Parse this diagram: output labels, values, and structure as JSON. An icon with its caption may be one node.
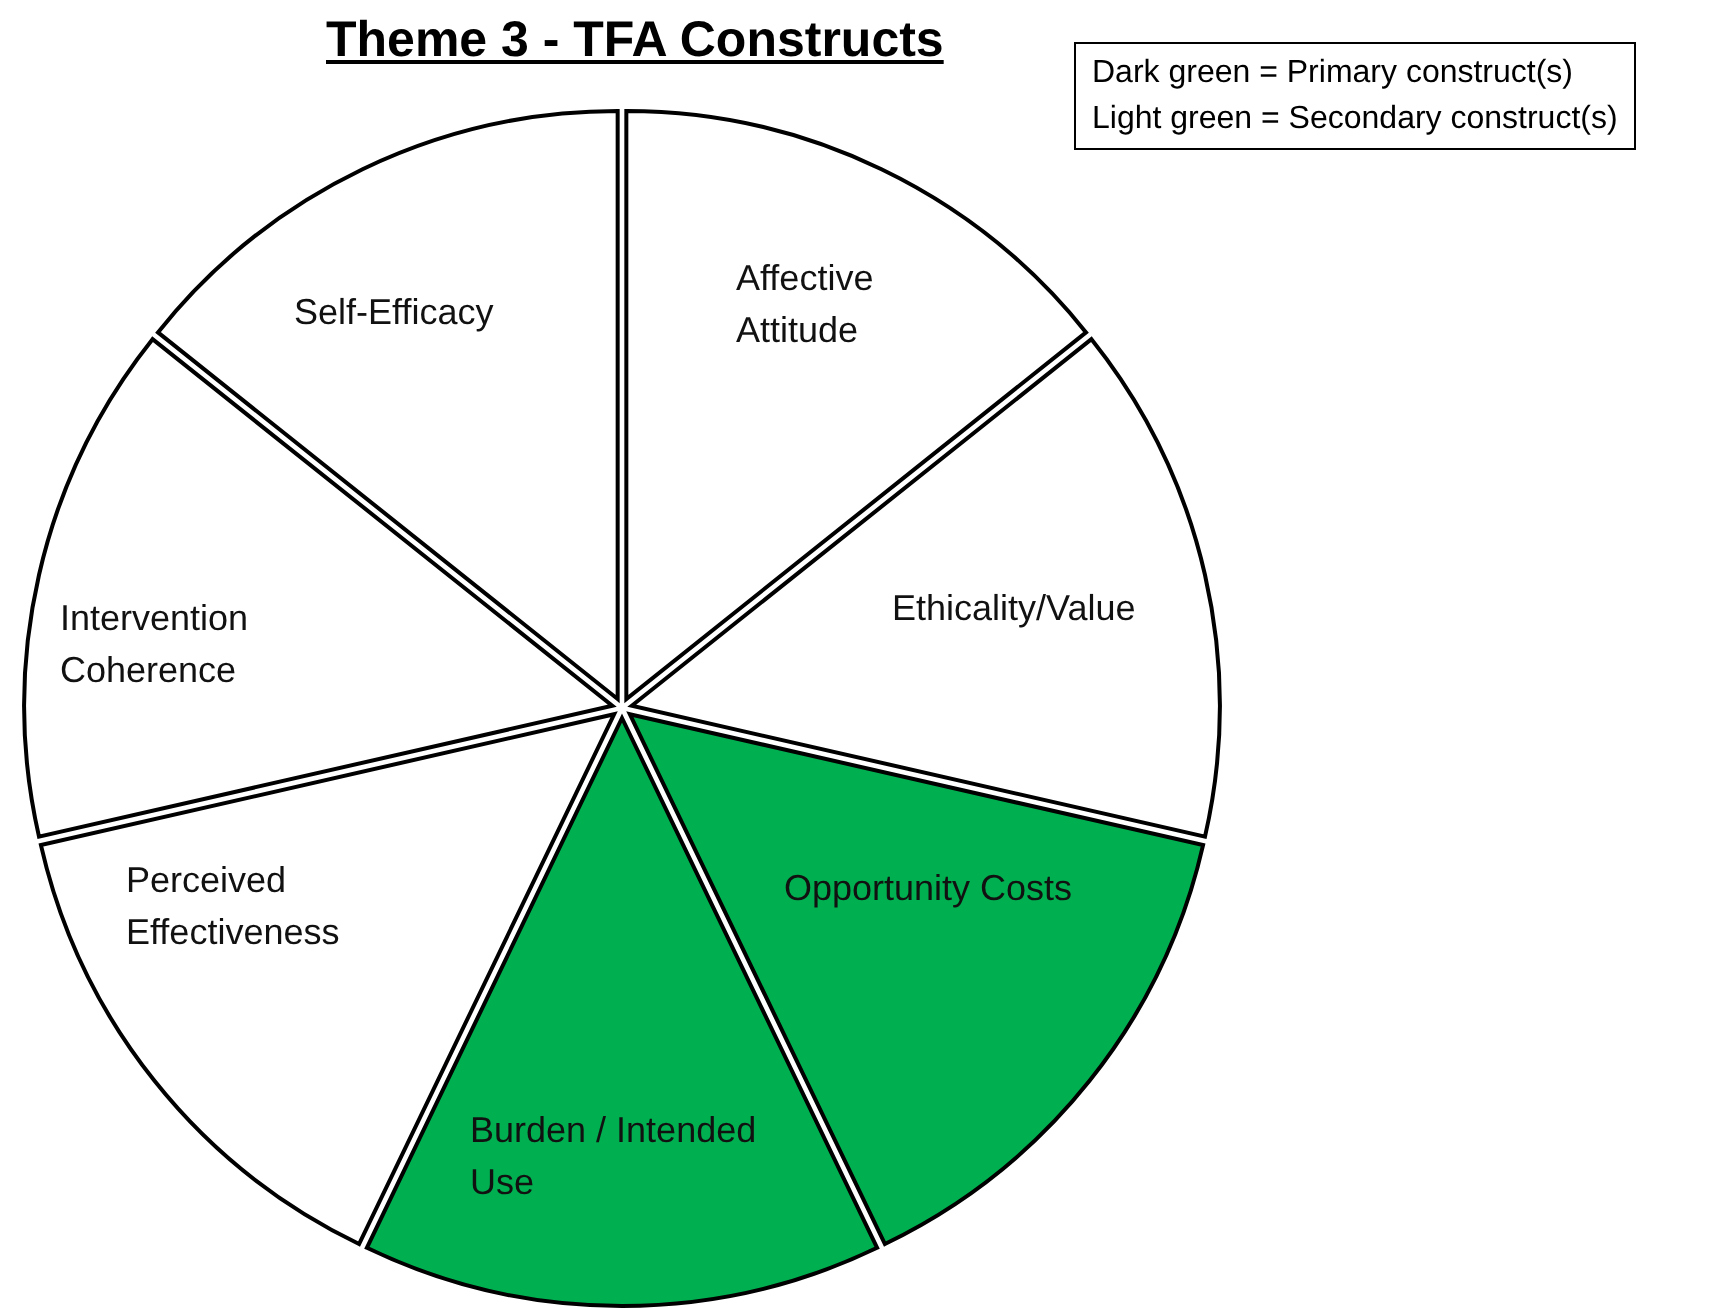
{
  "diagram": {
    "title": "Theme 3 - TFA Constructs",
    "nodes": [
      {
        "text": [
          "Self-Efficacy"
        ]
      },
      {
        "text": [
          "Affective Attitude"
        ]
      },
      {
        "text": [
          "Intervention Coherence"
        ]
      },
      {
        "text": [
          "Ethicality/Value"
        ]
      },
      {
        "text": [
          "Perceived Effectiveness"
        ]
      },
      {
        "text": [
          "Opportunity Costs"
        ]
      },
      {
        "text": [
          "Burden / Intended Use"
        ]
      }
    ],
    "labels": [
      "Dark green = Primary construct(s)",
      "Light green = Secondary construct(s)"
    ]
  }
}
